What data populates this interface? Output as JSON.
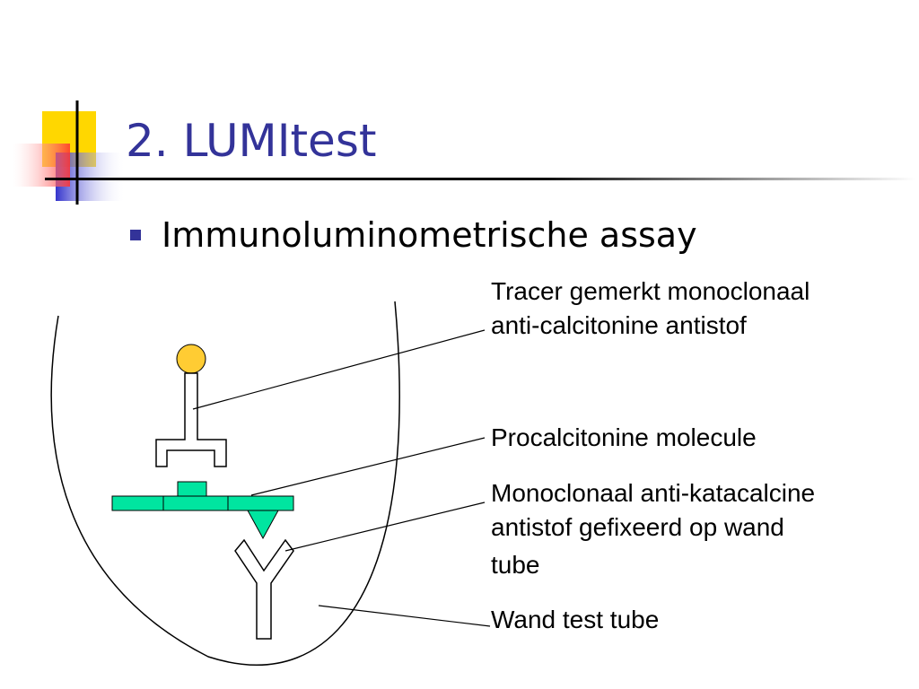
{
  "title": "2. LUMItest",
  "bullet": "Immunoluminometrische assay",
  "labels": {
    "tracer": {
      "line1": "Tracer gemerkt monoclonaal",
      "line2": "anti-calcitonine antistof"
    },
    "procalcitonine": "Procalcitonine molecule",
    "monoclonal": {
      "line1": "Monoclonaal anti-katacalcine",
      "line2": "antistof gefixeerd op wand",
      "line3": "tube"
    },
    "wand": "Wand test tube"
  },
  "colors": {
    "title": "#333399",
    "bullet": "#333399",
    "label_circle": "#FFCC33",
    "molecule": "#00E5A0",
    "deco_yellow": "#FFD700",
    "deco_red": "#FF4040",
    "deco_blue": "#3333CC"
  }
}
